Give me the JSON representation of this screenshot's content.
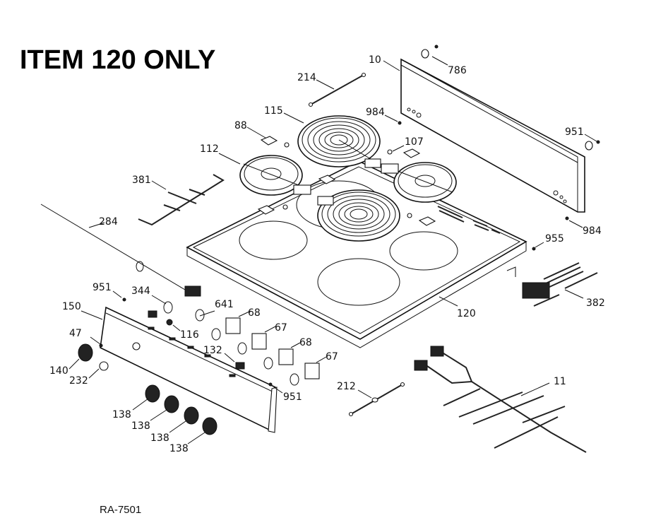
{
  "header": {
    "title": "ITEM 120 ONLY"
  },
  "footer": {
    "diagram_code": "RA-7501"
  },
  "callouts": [
    {
      "id": "c10",
      "label": "10"
    },
    {
      "id": "c786",
      "label": "786"
    },
    {
      "id": "c214",
      "label": "214"
    },
    {
      "id": "c984a",
      "label": "984"
    },
    {
      "id": "c115",
      "label": "115"
    },
    {
      "id": "c88",
      "label": "88"
    },
    {
      "id": "c107",
      "label": "107"
    },
    {
      "id": "c951a",
      "label": "951"
    },
    {
      "id": "c112",
      "label": "112"
    },
    {
      "id": "c381",
      "label": "381"
    },
    {
      "id": "c984b",
      "label": "984"
    },
    {
      "id": "c284",
      "label": "284"
    },
    {
      "id": "c955",
      "label": "955"
    },
    {
      "id": "c951b",
      "label": "951"
    },
    {
      "id": "c344",
      "label": "344"
    },
    {
      "id": "c641",
      "label": "641"
    },
    {
      "id": "c150",
      "label": "150"
    },
    {
      "id": "c68a",
      "label": "68"
    },
    {
      "id": "c116",
      "label": "116"
    },
    {
      "id": "c67a",
      "label": "67"
    },
    {
      "id": "c120",
      "label": "120"
    },
    {
      "id": "c382",
      "label": "382"
    },
    {
      "id": "c47",
      "label": "47"
    },
    {
      "id": "c132",
      "label": "132"
    },
    {
      "id": "c68b",
      "label": "68"
    },
    {
      "id": "c67b",
      "label": "67"
    },
    {
      "id": "c140",
      "label": "140"
    },
    {
      "id": "c232",
      "label": "232"
    },
    {
      "id": "c11",
      "label": "11"
    },
    {
      "id": "c212",
      "label": "212"
    },
    {
      "id": "c951c",
      "label": "951"
    },
    {
      "id": "c138a",
      "label": "138"
    },
    {
      "id": "c138b",
      "label": "138"
    },
    {
      "id": "c138c",
      "label": "138"
    },
    {
      "id": "c138d",
      "label": "138"
    }
  ]
}
